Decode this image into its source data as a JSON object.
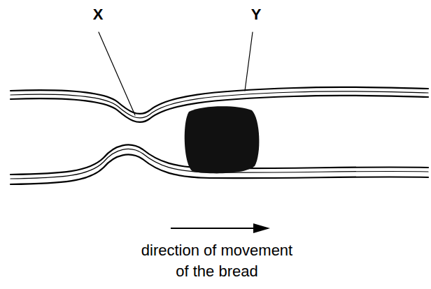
{
  "diagram": {
    "labels": [
      "X",
      "Y",
      "direction of movement of the bread"
    ]
  }
}
